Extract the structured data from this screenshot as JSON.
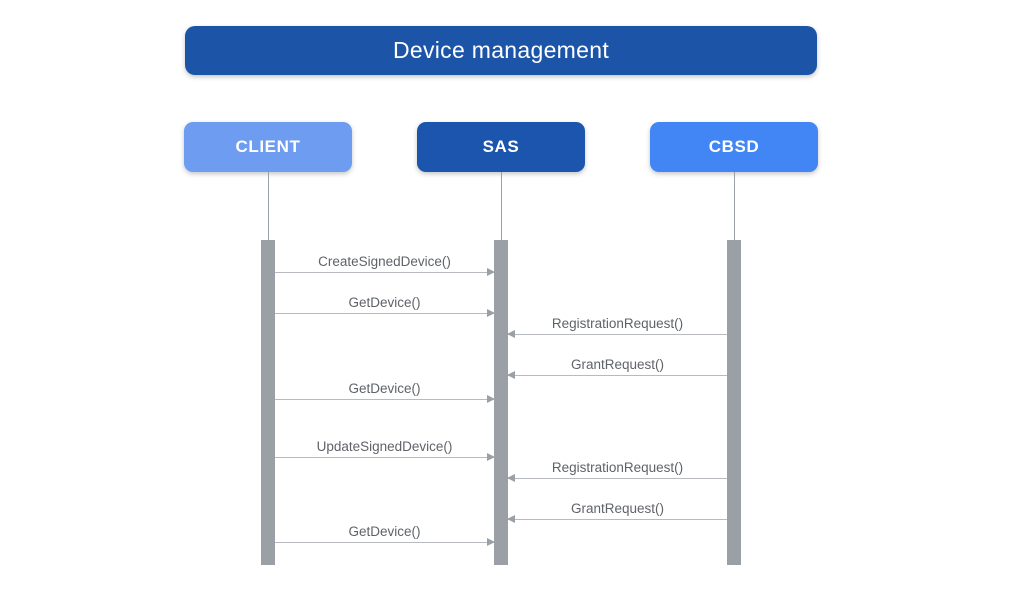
{
  "diagram": {
    "title": "Device management",
    "actors": [
      {
        "id": "client",
        "label": "CLIENT",
        "color": "#6d9cf1"
      },
      {
        "id": "sas",
        "label": "SAS",
        "color": "#1c55ad"
      },
      {
        "id": "cbsd",
        "label": "CBSD",
        "color": "#4285f4"
      }
    ],
    "messages": [
      {
        "label": "CreateSignedDevice()",
        "from": "client",
        "to": "sas"
      },
      {
        "label": "GetDevice()",
        "from": "client",
        "to": "sas"
      },
      {
        "label": "RegistrationRequest()",
        "from": "cbsd",
        "to": "sas"
      },
      {
        "label": "GrantRequest()",
        "from": "cbsd",
        "to": "sas"
      },
      {
        "label": "GetDevice()",
        "from": "client",
        "to": "sas"
      },
      {
        "label": "UpdateSignedDevice()",
        "from": "client",
        "to": "sas"
      },
      {
        "label": "RegistrationRequest()",
        "from": "cbsd",
        "to": "sas"
      },
      {
        "label": "GrantRequest()",
        "from": "cbsd",
        "to": "sas"
      },
      {
        "label": "GetDevice()",
        "from": "client",
        "to": "sas"
      }
    ],
    "colors": {
      "title_bg": "#1c54a8",
      "lifeline": "#9aa0a6",
      "activation": "#9aa0a6",
      "arrow_line": "#b7bbc0",
      "label_text": "#5f6368"
    }
  }
}
